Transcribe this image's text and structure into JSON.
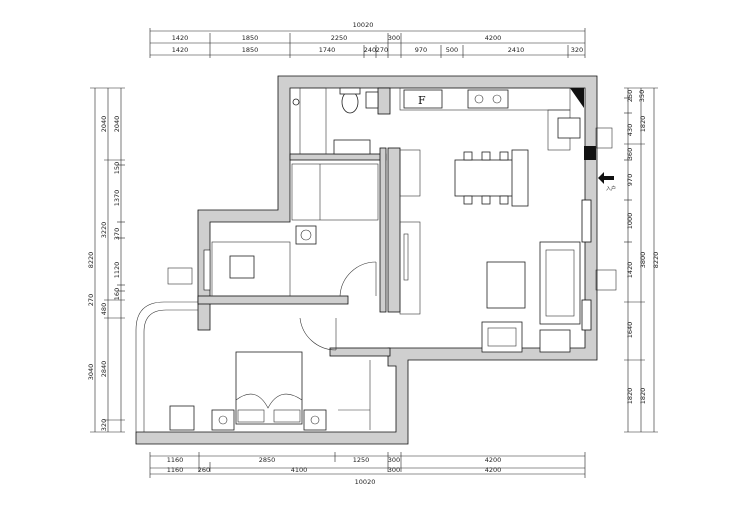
{
  "dims": {
    "top_total": "10020",
    "top_row1": [
      "1420",
      "1850",
      "2250",
      "300",
      "4200"
    ],
    "top_row2": [
      "1420",
      "1850",
      "1740",
      "240",
      "270",
      "970",
      "500",
      "2410",
      "320"
    ],
    "bottom_row1": [
      "1160",
      "2850",
      "1250",
      "300",
      "4200"
    ],
    "bottom_row2": [
      "1160",
      "260",
      "4100",
      "300",
      "4200"
    ],
    "bottom_total": "10020",
    "left_row1": [
      "2040",
      "150",
      "1370",
      "370",
      "1120",
      "160",
      "270",
      "3040",
      "320"
    ],
    "left_row2": [
      "2040",
      "3220",
      "480",
      "2840"
    ],
    "left_total": "8220",
    "right_row1": [
      "250",
      "350",
      "430",
      "360",
      "970",
      "1000",
      "1420",
      "1640",
      "1820"
    ],
    "right_row2": [
      "1820",
      "3800",
      "1820"
    ],
    "right_total": "8220"
  },
  "labels": {
    "fridge": "F",
    "entrance": "入户"
  }
}
